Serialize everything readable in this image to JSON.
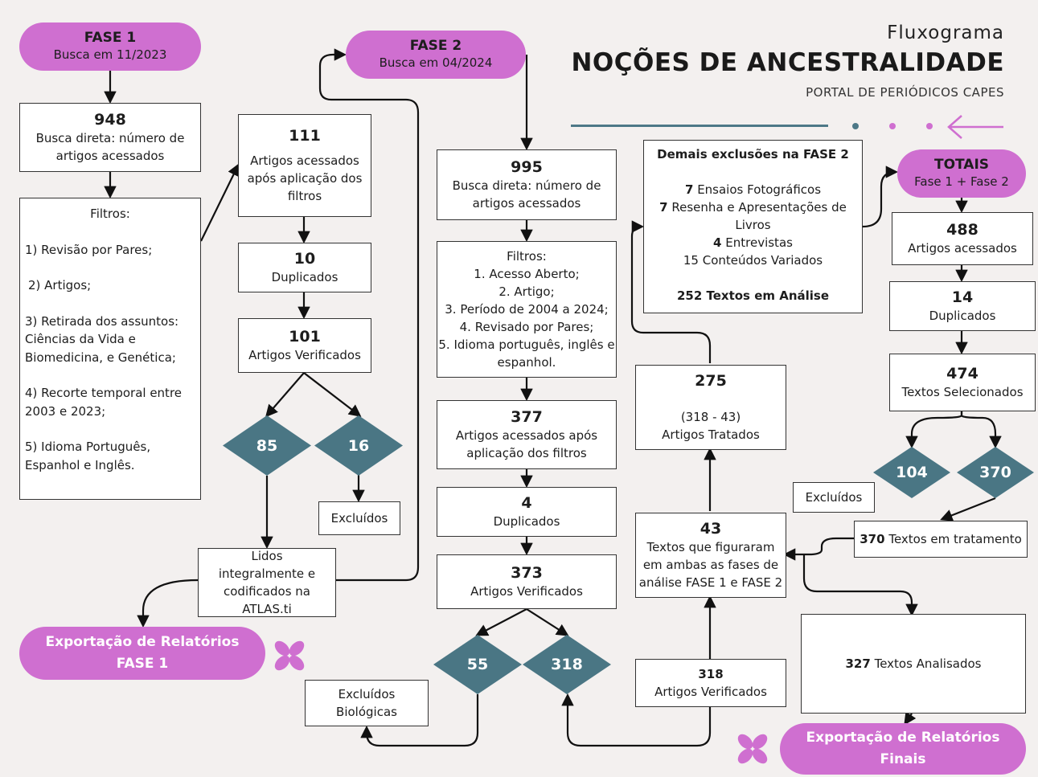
{
  "header": {
    "subtitle": "Fluxograma",
    "title": "NOÇÕES DE ANCESTRALIDADE",
    "portal": "PORTAL DE PERIÓDICOS CAPES"
  },
  "colors": {
    "pill": "#cf6fd0",
    "diamond": "#4a7684",
    "line": "#4d7887",
    "dot": "#cf6fd0",
    "background": "#f3f0ef"
  },
  "phase1": {
    "pill": {
      "title": "FASE 1",
      "subtitle": "Busca em 11/2023"
    },
    "direct": {
      "num": "948",
      "text": "Busca direta: número de artigos acessados"
    },
    "filters": {
      "title": "Filtros:",
      "items": [
        "1) Revisão por Pares;",
        "2) Artigos;",
        "3) Retirada dos assuntos: Ciências da Vida e Biomedicina, e Genética;",
        "4) Recorte temporal entre 2003 e 2023;",
        "5) Idioma Português, Espanhol e Inglês."
      ]
    },
    "after_filters": {
      "num": "111",
      "text": "Artigos acessados após aplicação dos filtros"
    },
    "duplicates": {
      "num": "10",
      "text": "Duplicados"
    },
    "verified": {
      "num": "101",
      "text": "Artigos Verificados"
    },
    "diamond_a": "85",
    "diamond_b": "16",
    "excluded": "Excluídos",
    "read": "Lidos integralmente e codificados na ATLAS.ti",
    "export": {
      "line1": "Exportação de Relatórios",
      "line2": "FASE 1"
    }
  },
  "phase2": {
    "pill": {
      "title": "FASE 2",
      "subtitle": "Busca em 04/2024"
    },
    "direct": {
      "num": "995",
      "text": "Busca direta: número de artigos acessados"
    },
    "filters": {
      "title": "Filtros:",
      "items": [
        "1. Acesso Aberto;",
        "2. Artigo;",
        "3. Período de 2004 a 2024;",
        "4. Revisado por Pares;",
        "5. Idioma português, inglês e espanhol."
      ]
    },
    "after_filters": {
      "num": "377",
      "text": "Artigos acessados após aplicação dos filtros"
    },
    "duplicates": {
      "num": "4",
      "text": "Duplicados"
    },
    "verified": {
      "num": "373",
      "text": "Artigos Verificados"
    },
    "diamond_a": "55",
    "diamond_b": "318",
    "excluded": "Excluídos Biológicas",
    "verified_318": {
      "num": "318",
      "text": "Artigos Verificados"
    },
    "overlap": {
      "num": "43",
      "text": "Textos que figuraram em ambas as fases de análise FASE 1 e FASE 2"
    },
    "treated": {
      "num": "275",
      "formula": "(318 - 43)",
      "text": "Artigos Tratados"
    },
    "other_exclusions": {
      "title": "Demais exclusões na FASE 2",
      "items": [
        {
          "num": "7",
          "text": "Ensaios Fotográficos"
        },
        {
          "num": "7",
          "text": "Resenha e Apresentações de Livros"
        },
        {
          "num": "4",
          "text": "Entrevistas"
        },
        {
          "num": "",
          "text": "15 Conteúdos Variados"
        }
      ],
      "footer": "252 Textos em Análise"
    }
  },
  "totals": {
    "pill": {
      "title": "TOTAIS",
      "subtitle": "Fase 1 + Fase 2"
    },
    "accessed": {
      "num": "488",
      "text": "Artigos acessados"
    },
    "duplicates": {
      "num": "14",
      "text": "Duplicados"
    },
    "selected": {
      "num": "474",
      "text": "Textos Selecionados"
    },
    "diamond_a": "104",
    "diamond_b": "370",
    "excluded": "Excluídos",
    "in_treatment": {
      "num": "370",
      "text": "Textos em tratamento"
    },
    "analyzed": {
      "num": "327",
      "text": "Textos Analisados"
    },
    "export": {
      "line1": "Exportação de Relatórios",
      "line2": "Finais"
    }
  }
}
